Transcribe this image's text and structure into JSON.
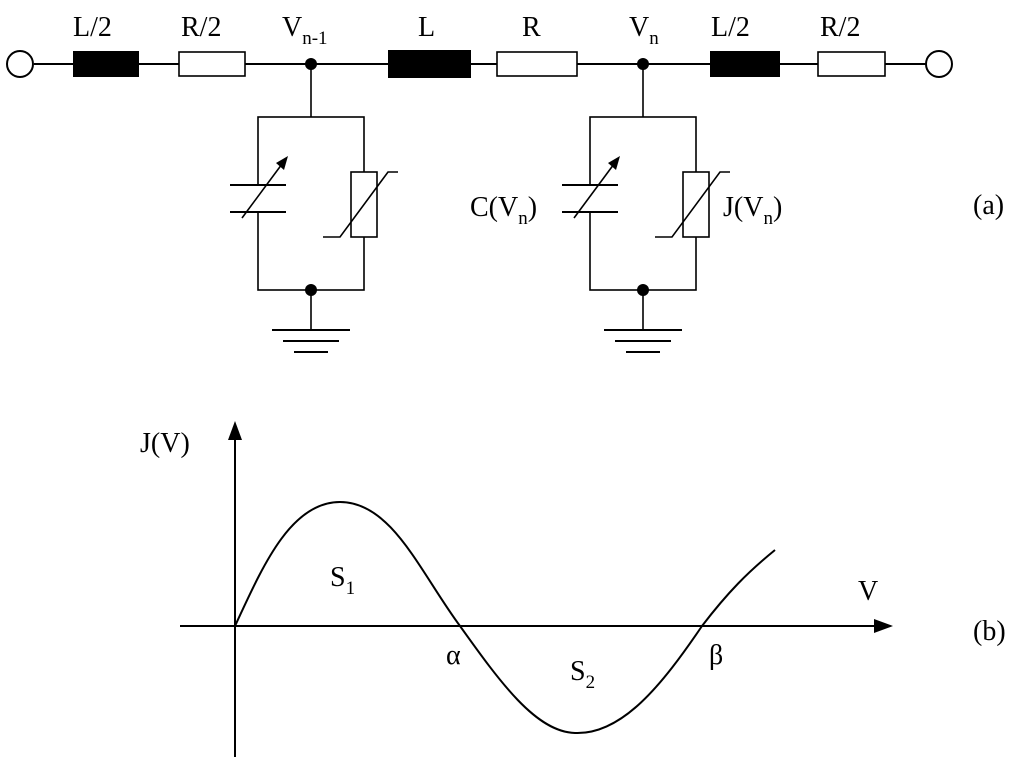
{
  "panel_a": {
    "component_labels": {
      "l_half_left": "L/2",
      "r_half_left": "R/2",
      "node_prev": "V",
      "node_prev_sub": "n-1",
      "l_full": "L",
      "r_full": "R",
      "node_curr": "V",
      "node_curr_sub": "n",
      "l_half_right": "L/2",
      "r_half_right": "R/2"
    },
    "cap_label": {
      "pre": "C(V",
      "sub": "n",
      "post": ")"
    },
    "nonlinear_label": {
      "pre": "J(V",
      "sub": "n",
      "post": ")"
    },
    "panel_tag": "(a)"
  },
  "panel_b": {
    "y_axis_label": "J(V)",
    "x_axis_label": "V",
    "area_1": {
      "main": "S",
      "sub": "1"
    },
    "area_2": {
      "main": "S",
      "sub": "2"
    },
    "root_alpha": "α",
    "root_beta": "β",
    "panel_tag": "(b)"
  }
}
